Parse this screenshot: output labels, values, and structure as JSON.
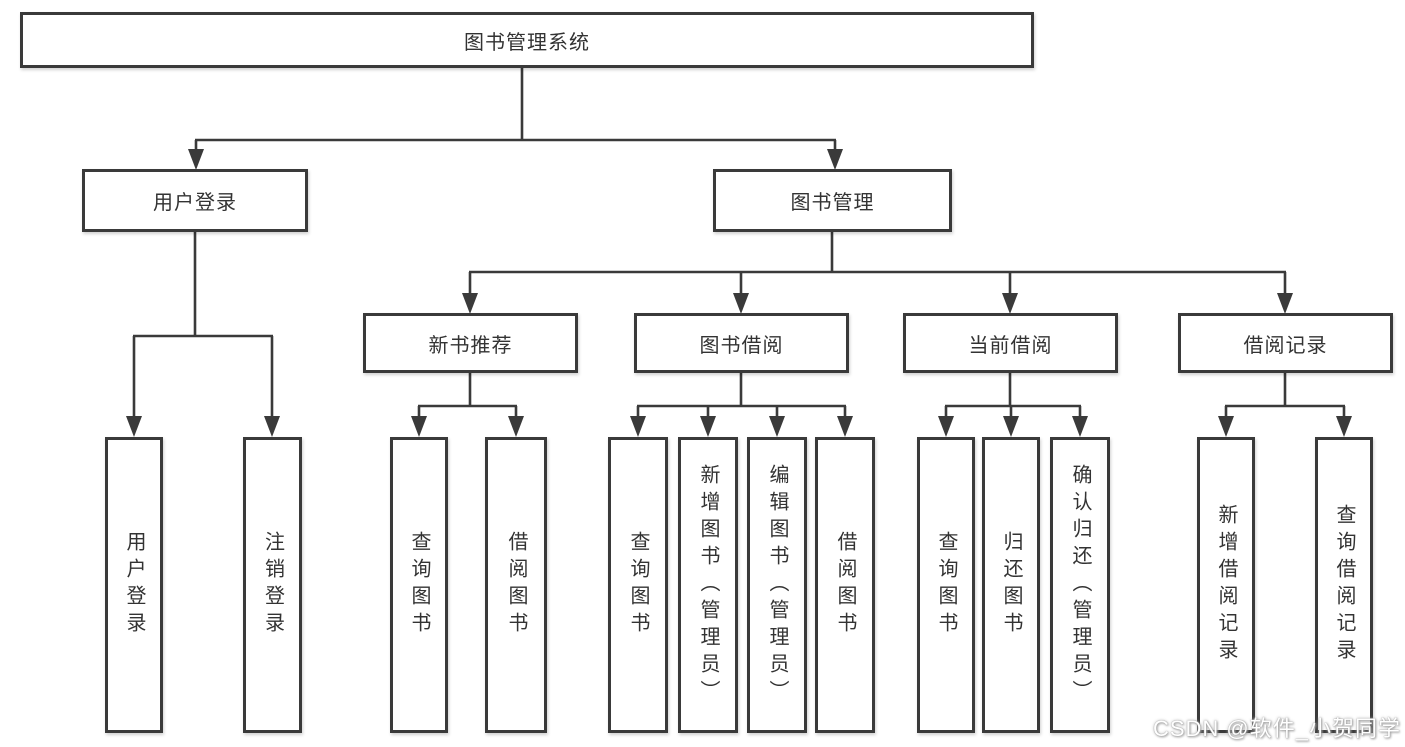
{
  "diagram": {
    "root": {
      "label": "图书管理系统"
    },
    "level2": [
      {
        "label": "用户登录"
      },
      {
        "label": "图书管理"
      }
    ],
    "level3": [
      {
        "label": "新书推荐"
      },
      {
        "label": "图书借阅"
      },
      {
        "label": "当前借阅"
      },
      {
        "label": "借阅记录"
      }
    ],
    "leaves": {
      "login": [
        "用户登录",
        "注销登录"
      ],
      "newbook": [
        "查询图书",
        "借阅图书"
      ],
      "borrow": [
        "查询图书",
        "新增图书（管理员）",
        "编辑图书（管理员）",
        "借阅图书"
      ],
      "current": [
        "查询图书",
        "归还图书",
        "确认归还（管理员）"
      ],
      "records": [
        "新增借阅记录",
        "查询借阅记录"
      ]
    },
    "watermark": "CSDN @软件_小贺同学",
    "colors": {
      "line": "#3a3a3a",
      "border": "#3a3a3a",
      "text": "#333333",
      "background": "#ffffff"
    }
  }
}
